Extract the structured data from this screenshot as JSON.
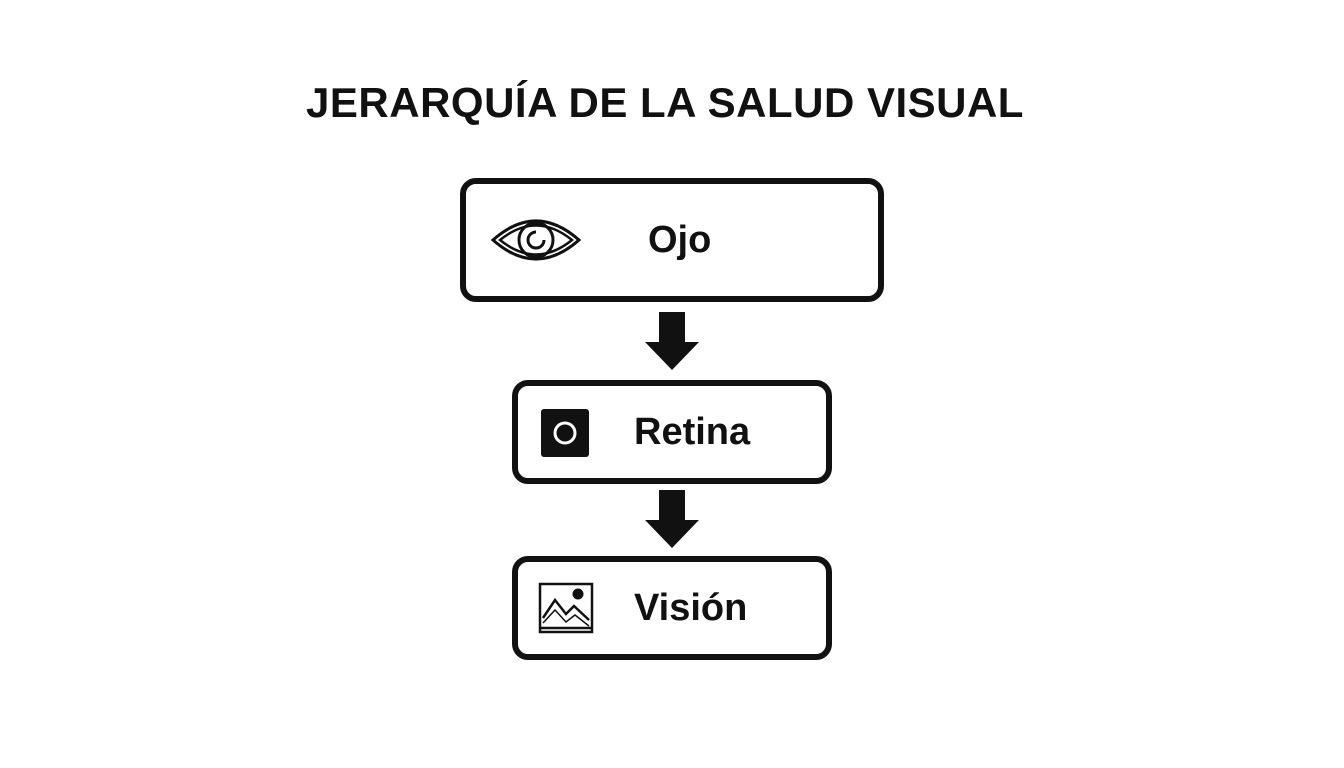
{
  "title": "JERARQUÍA DE LA SALUD VISUAL",
  "nodes": [
    {
      "label": "Ojo",
      "icon": "eye-icon"
    },
    {
      "label": "Retina",
      "icon": "retina-icon"
    },
    {
      "label": "Visión",
      "icon": "landscape-image-icon"
    }
  ],
  "arrows": [
    {
      "from": "Ojo",
      "to": "Retina",
      "direction": "down"
    },
    {
      "from": "Retina",
      "to": "Visión",
      "direction": "down"
    }
  ],
  "colors": {
    "stroke": "#111111",
    "background": "#ffffff"
  }
}
